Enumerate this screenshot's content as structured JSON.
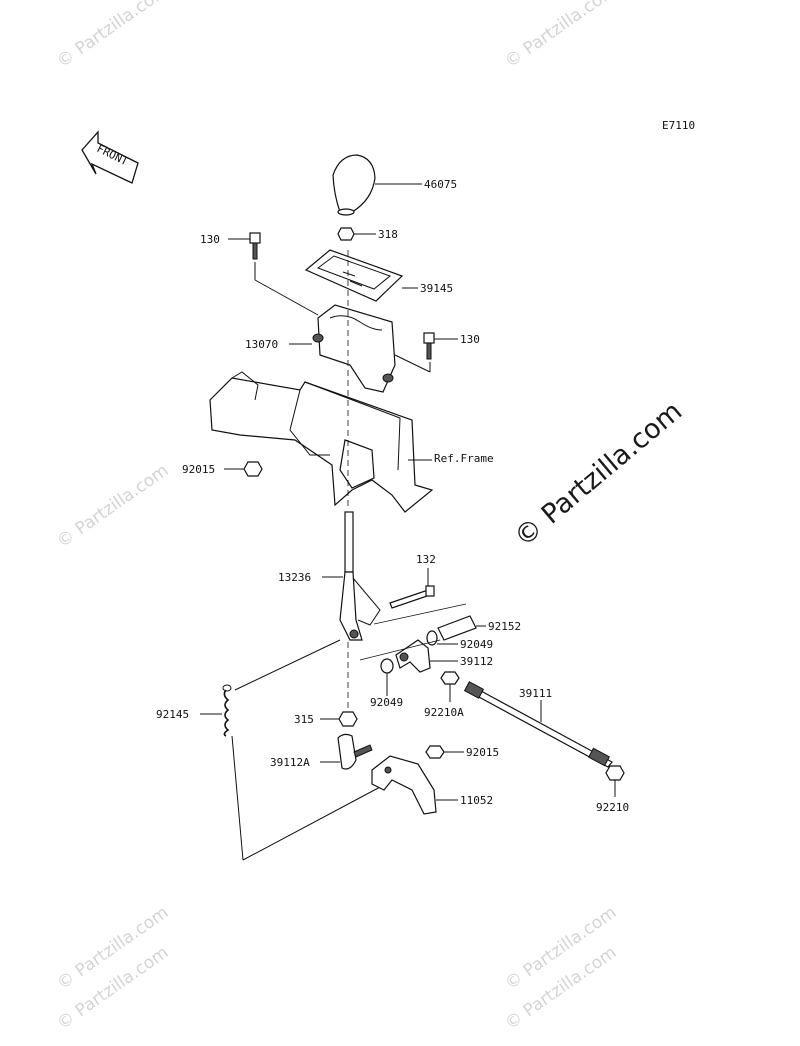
{
  "diagram_code": "E7110",
  "front_label": "FRONT",
  "ref_frame_label": "Ref.Frame",
  "watermark": "© Partzilla.com",
  "watermark_center": "© Partzilla.com",
  "parts": [
    {
      "id": "46075"
    },
    {
      "id": "318"
    },
    {
      "id": "130"
    },
    {
      "id": "39145"
    },
    {
      "id": "130b",
      "text": "130"
    },
    {
      "id": "13070"
    },
    {
      "id": "92015"
    },
    {
      "id": "132"
    },
    {
      "id": "13236"
    },
    {
      "id": "92152"
    },
    {
      "id": "92049"
    },
    {
      "id": "39112"
    },
    {
      "id": "92049b",
      "text": "92049"
    },
    {
      "id": "92210A"
    },
    {
      "id": "39111"
    },
    {
      "id": "92145"
    },
    {
      "id": "315"
    },
    {
      "id": "92015b",
      "text": "92015"
    },
    {
      "id": "39112A"
    },
    {
      "id": "11052"
    },
    {
      "id": "92210"
    }
  ],
  "labels": {
    "p46075": "46075",
    "p318": "318",
    "p130a": "130",
    "p39145": "39145",
    "p130b": "130",
    "p13070": "13070",
    "p92015a": "92015",
    "p132": "132",
    "p13236": "13236",
    "p92152": "92152",
    "p92049a": "92049",
    "p39112": "39112",
    "p92049b": "92049",
    "p92210A": "92210A",
    "p39111": "39111",
    "p92145": "92145",
    "p315": "315",
    "p92015b": "92015",
    "p39112A": "39112A",
    "p11052": "11052",
    "p92210": "92210"
  }
}
